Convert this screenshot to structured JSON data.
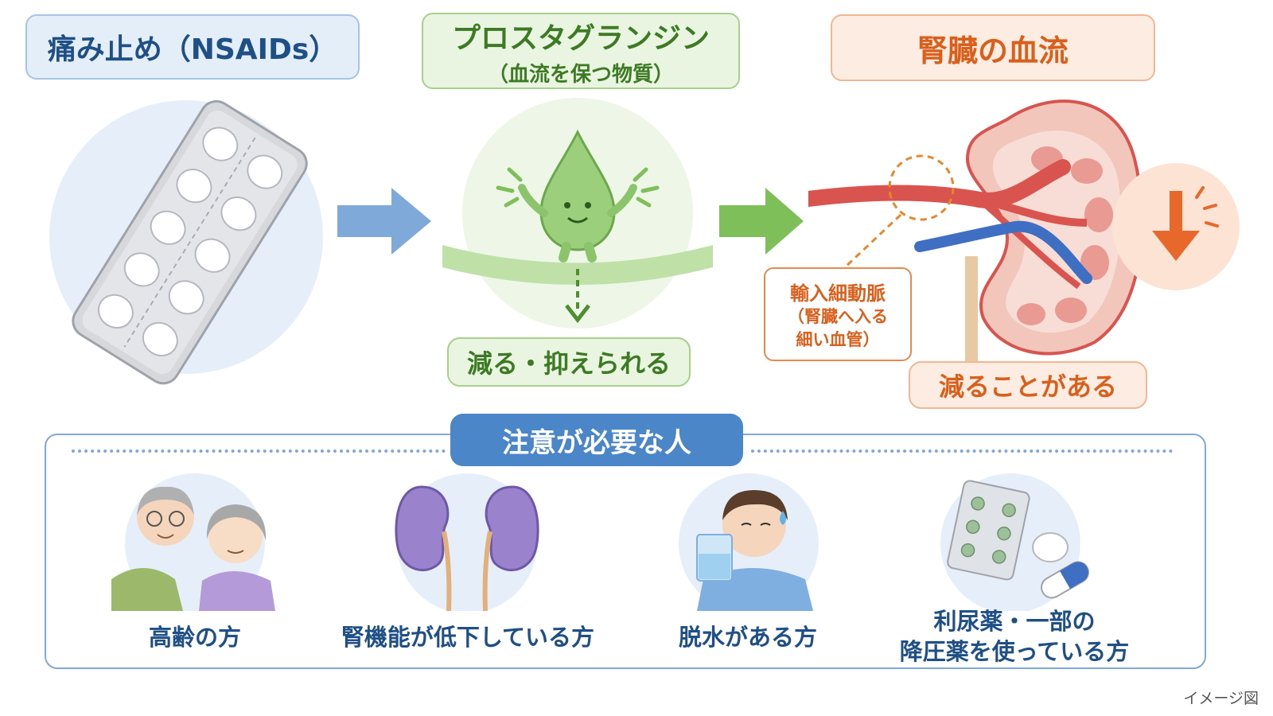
{
  "top": {
    "nsaids_label": "痛み止め（NSAIDs）",
    "prostaglandin_label": "プロスタグランジン",
    "prostaglandin_sub": "（血流を保つ物質）",
    "kidney_label": "腎臓の血流",
    "pg_effect": "減る・抑えられる",
    "kidney_effect": "減ることがある",
    "arteriole_name": "輸入細動脈",
    "arteriole_desc_1": "（腎臓へ入る",
    "arteriole_desc_2": "細い血管）"
  },
  "caution": {
    "title": "注意が必要な人",
    "items": [
      {
        "label": "高齢の方",
        "icon": "elderly-couple-icon"
      },
      {
        "label": "腎機能が低下している方",
        "icon": "kidneys-icon"
      },
      {
        "label": "脱水がある方",
        "icon": "drinking-water-icon"
      },
      {
        "label_1": "利尿薬・一部の",
        "label_2": "降圧薬を使っている方",
        "icon": "medication-icon"
      }
    ]
  },
  "note": "イメージ図",
  "colors": {
    "blue": "#4a86c8",
    "green": "#7fbf5a",
    "orange": "#e8672a",
    "kidney_red": "#d9534f"
  }
}
